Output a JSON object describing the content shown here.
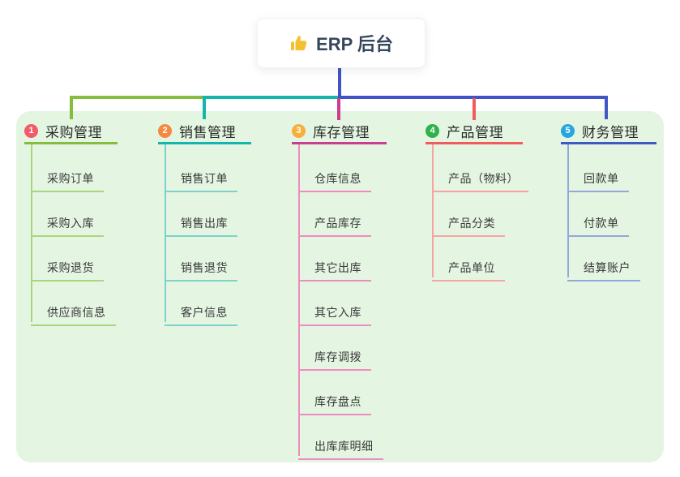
{
  "root": {
    "icon": "thumbs-up-icon",
    "icon_color": "#f5c02f",
    "label": "ERP 后台"
  },
  "connector": {
    "trunk_color": "#4254c5"
  },
  "branches": [
    {
      "number": "1",
      "title": "采购管理",
      "badge_color": "#f25b68",
      "line_color": "#85bd3f",
      "child_line_color": "#a9d67d",
      "children": [
        "采购订单",
        "采购入库",
        "采购退货",
        "供应商信息"
      ]
    },
    {
      "number": "2",
      "title": "销售管理",
      "badge_color": "#f6893f",
      "line_color": "#13b6ab",
      "child_line_color": "#7cd2ca",
      "children": [
        "销售订单",
        "销售出库",
        "销售退货",
        "客户信息"
      ]
    },
    {
      "number": "3",
      "title": "库存管理",
      "badge_color": "#f6ae3c",
      "line_color": "#cb3d8e",
      "child_line_color": "#ee8cc1",
      "children": [
        "仓库信息",
        "产品库存",
        "其它出库",
        "其它入库",
        "库存调拨",
        "库存盘点",
        "出库库明细"
      ]
    },
    {
      "number": "4",
      "title": "产品管理",
      "badge_color": "#30b14e",
      "line_color": "#f15b5b",
      "child_line_color": "#f7a3a3",
      "children": [
        "产品（物料）",
        "产品分类",
        "产品单位"
      ]
    },
    {
      "number": "5",
      "title": "财务管理",
      "badge_color": "#27a7e0",
      "line_color": "#4058c5",
      "child_line_color": "#94a7dc",
      "children": [
        "回款单",
        "付款单",
        "结算账户"
      ]
    }
  ]
}
